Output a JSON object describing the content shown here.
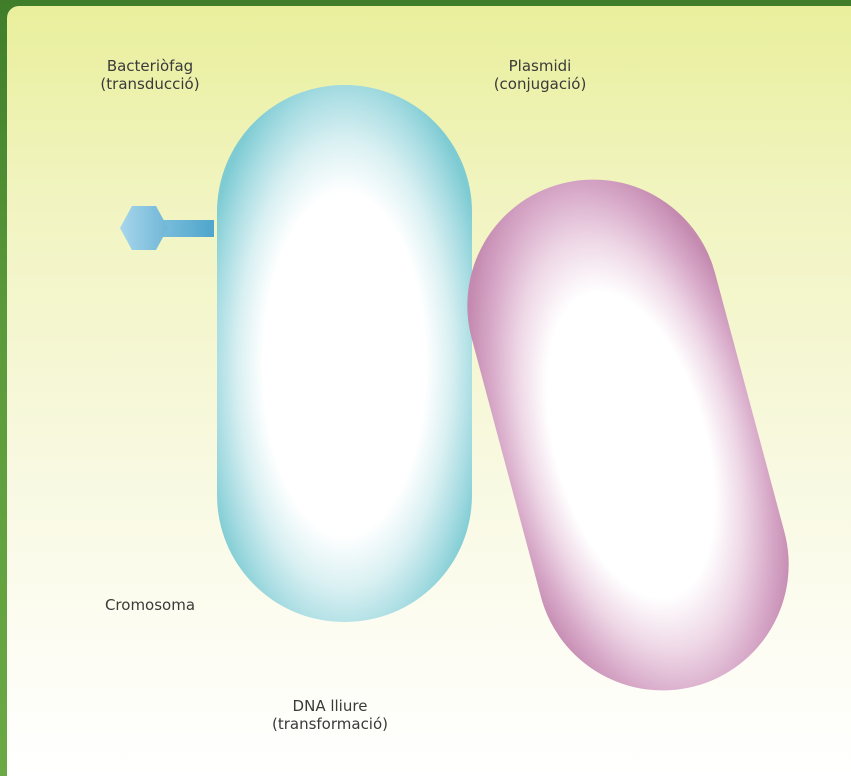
{
  "labels": {
    "bacteriophage": {
      "line1": "Bacteriòfag",
      "line2": "(transducció)"
    },
    "plasmid": {
      "line1": "Plasmidi",
      "line2": "(conjugació)"
    },
    "chromosome": {
      "line1": "Cromosoma"
    },
    "free_dna": {
      "line1": "DNA lliure",
      "line2": "(transformació)"
    }
  },
  "colors": {
    "frame_green": "#4a8a2e",
    "cell_cyan": "#7ecbd3",
    "cell_magenta": "#c98ab3",
    "phage_blue": "#8fc9e3"
  }
}
